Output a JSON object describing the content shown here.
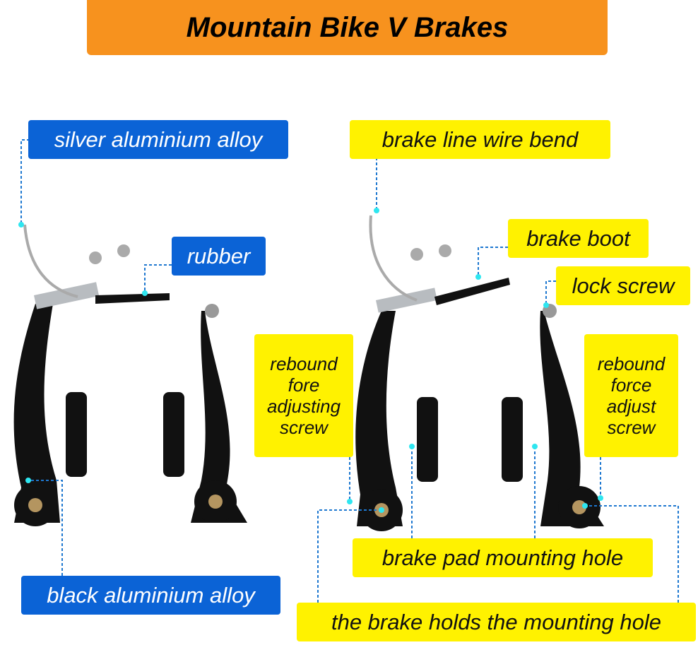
{
  "title": "Mountain Bike V Brakes",
  "labels": {
    "silver_alloy": "silver aluminium alloy",
    "rubber": "rubber",
    "black_alloy": "black aluminium alloy",
    "wire_bend": "brake line wire bend",
    "brake_boot": "brake boot",
    "lock_screw": "lock screw",
    "rebound_left": [
      "rebound",
      "fore",
      "adjusting",
      "screw"
    ],
    "rebound_right": [
      "rebound",
      "force",
      "adjust",
      "screw"
    ],
    "pad_hole": "brake pad mounting hole",
    "holds_hole": "the brake holds the mounting hole"
  },
  "colors": {
    "banner": "#F7921E",
    "blue_label": "#0B63D6",
    "yellow_label": "#FFF200",
    "leader": "#1E78D0",
    "dot": "#2EE6F0"
  }
}
